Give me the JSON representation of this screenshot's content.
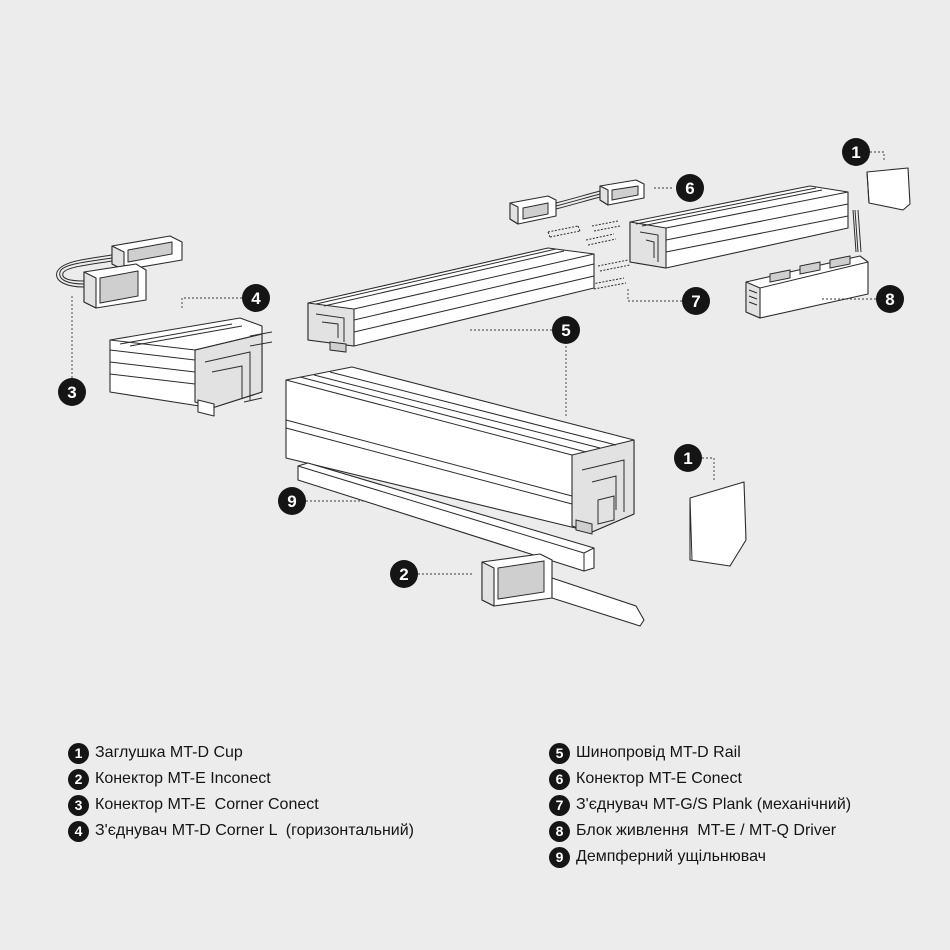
{
  "callouts": [
    {
      "num": "1",
      "part": "end-cap-small"
    },
    {
      "num": "6",
      "part": "connector-conect"
    },
    {
      "num": "4",
      "part": "corner-l"
    },
    {
      "num": "3",
      "part": "corner-conect"
    },
    {
      "num": "7",
      "part": "plank"
    },
    {
      "num": "8",
      "part": "driver"
    },
    {
      "num": "5",
      "part": "rail"
    },
    {
      "num": "1",
      "part": "end-cap-large"
    },
    {
      "num": "9",
      "part": "damper-seal"
    },
    {
      "num": "2",
      "part": "connector-inconect"
    }
  ],
  "legend_left": [
    {
      "num": "1",
      "text": "Заглушка MT-D Cup"
    },
    {
      "num": "2",
      "text": "Конектор MT-E Inconect"
    },
    {
      "num": "3",
      "text": "Конектор MT-E  Corner Conect"
    },
    {
      "num": "4",
      "text": "З'єднувач MT-D Corner L  (горизонтальний)"
    }
  ],
  "legend_right": [
    {
      "num": "5",
      "text": "Шинопровід MT-D Rail"
    },
    {
      "num": "6",
      "text": "Конектор MT-E Conect"
    },
    {
      "num": "7",
      "text": "З'єднувач MT-G/S Plank (механічний)"
    },
    {
      "num": "8",
      "text": "Блок живлення  MT-E / MT-Q Driver"
    },
    {
      "num": "9",
      "text": "Демпферний ущільнювач"
    }
  ],
  "colors": {
    "background": "#ececec",
    "ink": "#151515",
    "line": "#3a3a3a",
    "part_face": "#ffffff",
    "part_shade": "#e0e0e0"
  }
}
